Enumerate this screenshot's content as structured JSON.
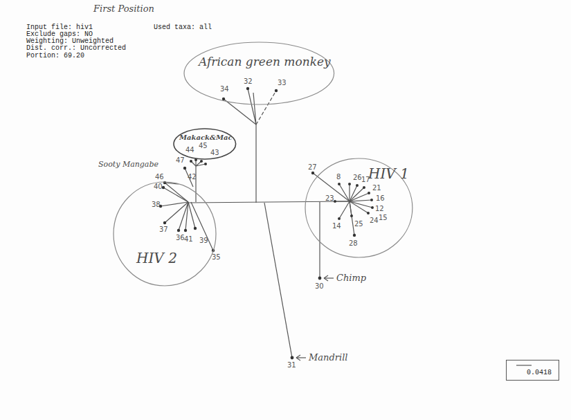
{
  "diagram": {
    "nodes": [
      {
        "text": [
          "African green monkey"
        ]
      },
      {
        "text": [
          "Makack&Mac"
        ]
      },
      {
        "text": [
          "HIV 1"
        ]
      },
      {
        "text": [
          "HIV 2"
        ]
      },
      {
        "text": [
          "0.0418"
        ]
      }
    ],
    "labels": [
      "First Position",
      "Input file: hiv1",
      "Used taxa: all",
      "Exclude gaps: NO",
      "Weighting: Unweighted",
      "Dist. corr.: Uncorrected",
      "Portion: 69.20",
      "Sooty Mangabe",
      "Chimp",
      "Mandrill",
      "34",
      "32",
      "33",
      "44",
      "45",
      "43",
      "47",
      "42",
      "46",
      "40",
      "38",
      "37",
      "36",
      "41",
      "39",
      "35",
      "27",
      "8",
      "26",
      "17",
      "23",
      "21",
      "16",
      "12",
      "15",
      "24",
      "14",
      "25",
      "28",
      "30",
      "31"
    ]
  }
}
